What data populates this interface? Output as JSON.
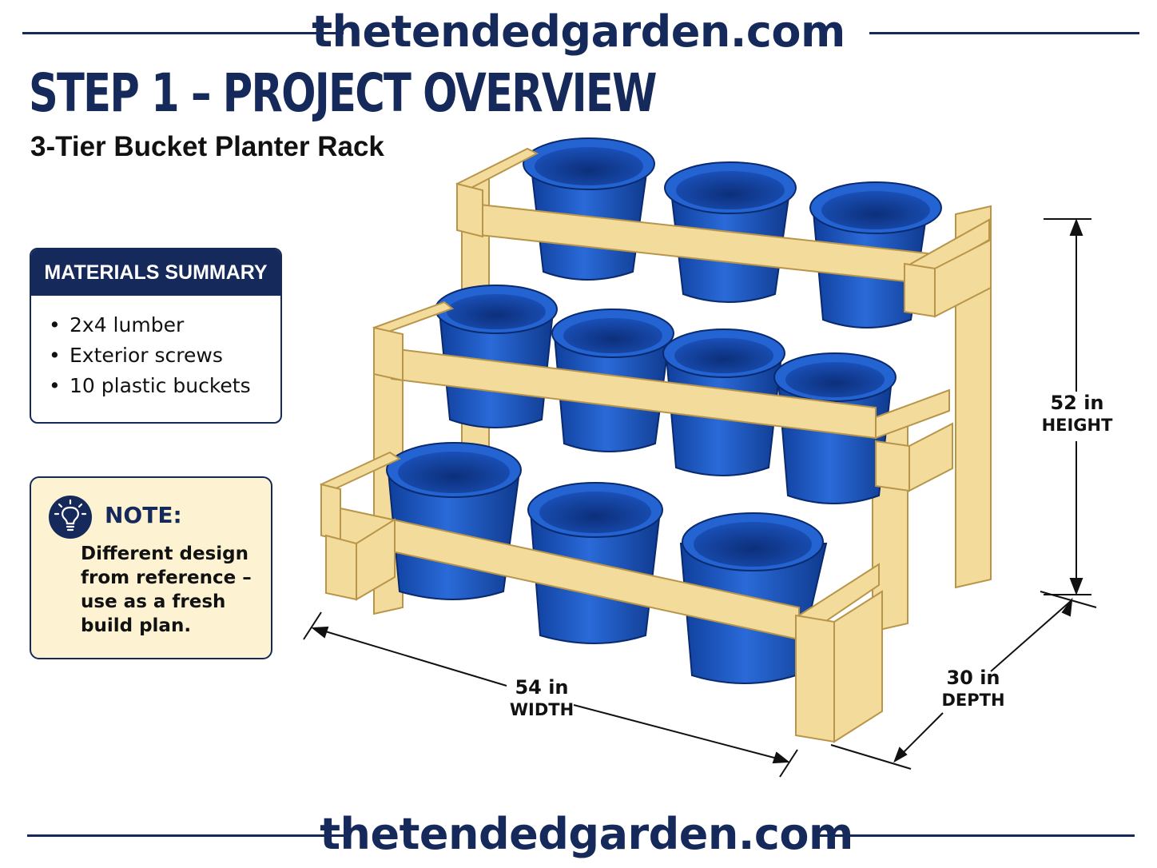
{
  "brand": {
    "site": "thetendedgarden.com"
  },
  "header": {
    "title": "STEP 1 – PROJECT OVERVIEW",
    "subtitle": "3-Tier Bucket Planter Rack"
  },
  "materials": {
    "heading": "MATERIALS SUMMARY",
    "items": [
      {
        "label": "2x4 lumber"
      },
      {
        "label": "Exterior screws"
      },
      {
        "label": "10 plastic buckets"
      }
    ]
  },
  "note": {
    "icon": "lightbulb-icon",
    "heading": "NOTE:",
    "text": "Different design from reference – use as a fresh build plan."
  },
  "dimensions": {
    "height": {
      "value": "52 in",
      "label": "HEIGHT"
    },
    "width": {
      "value": "54 in",
      "label": "WIDTH"
    },
    "depth": {
      "value": "30 in",
      "label": "DEPTH"
    }
  },
  "colors": {
    "navy": "#15295a",
    "lumber": "#f3dc9b",
    "lumber_edge": "#b9954a",
    "bucket": "#1d57c4",
    "note_bg": "#fdf3d2"
  }
}
